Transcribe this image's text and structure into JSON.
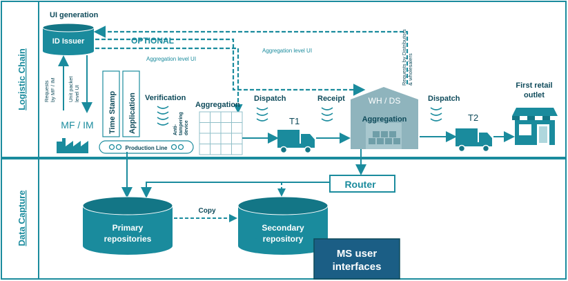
{
  "lanes": {
    "top": "Logistic Chain",
    "bottom": "Data Capture"
  },
  "ui_generation": "UI generation",
  "id_issuer": "ID Issuer",
  "optional": "OPTIONAL",
  "agg_ui_upper": "Aggregation level UI",
  "agg_ui_lower": "Aggregation level UI",
  "requests_mf": [
    "Requests",
    "by MF / IM"
  ],
  "unit_packet": [
    "Unit packet",
    "level UI"
  ],
  "requests_dist": [
    "Requests by Distributors",
    "& wholesalers"
  ],
  "mf_im": "MF / IM",
  "time_stamp": "Time Stamp",
  "application": "Application",
  "verification": "Verification",
  "anti_tamper": [
    "Anti-",
    "tampering",
    "device"
  ],
  "aggregation": "Aggregation",
  "production_line": "Production Line",
  "dispatch1": "Dispatch",
  "t1": "T1",
  "receipt": "Receipt",
  "wh_ds": "WH / DS",
  "wh_aggregation": "Aggregation",
  "dispatch2": "Dispatch",
  "t2": "T2",
  "first_retail": [
    "First retail",
    "outlet"
  ],
  "router": "Router",
  "copy": "Copy",
  "primary": [
    "Primary",
    "repositories"
  ],
  "secondary": [
    "Secondary",
    "repository"
  ],
  "ms_ui": [
    "MS user",
    "interfaces"
  ],
  "colors": {
    "teal": "#1a8b9d",
    "teal_dark": "#137686",
    "teal_light": "#8fbfc8",
    "dark_text": "#0e4a5a",
    "box_dark": "#1b5e85",
    "grey": "#8fb4bd"
  }
}
